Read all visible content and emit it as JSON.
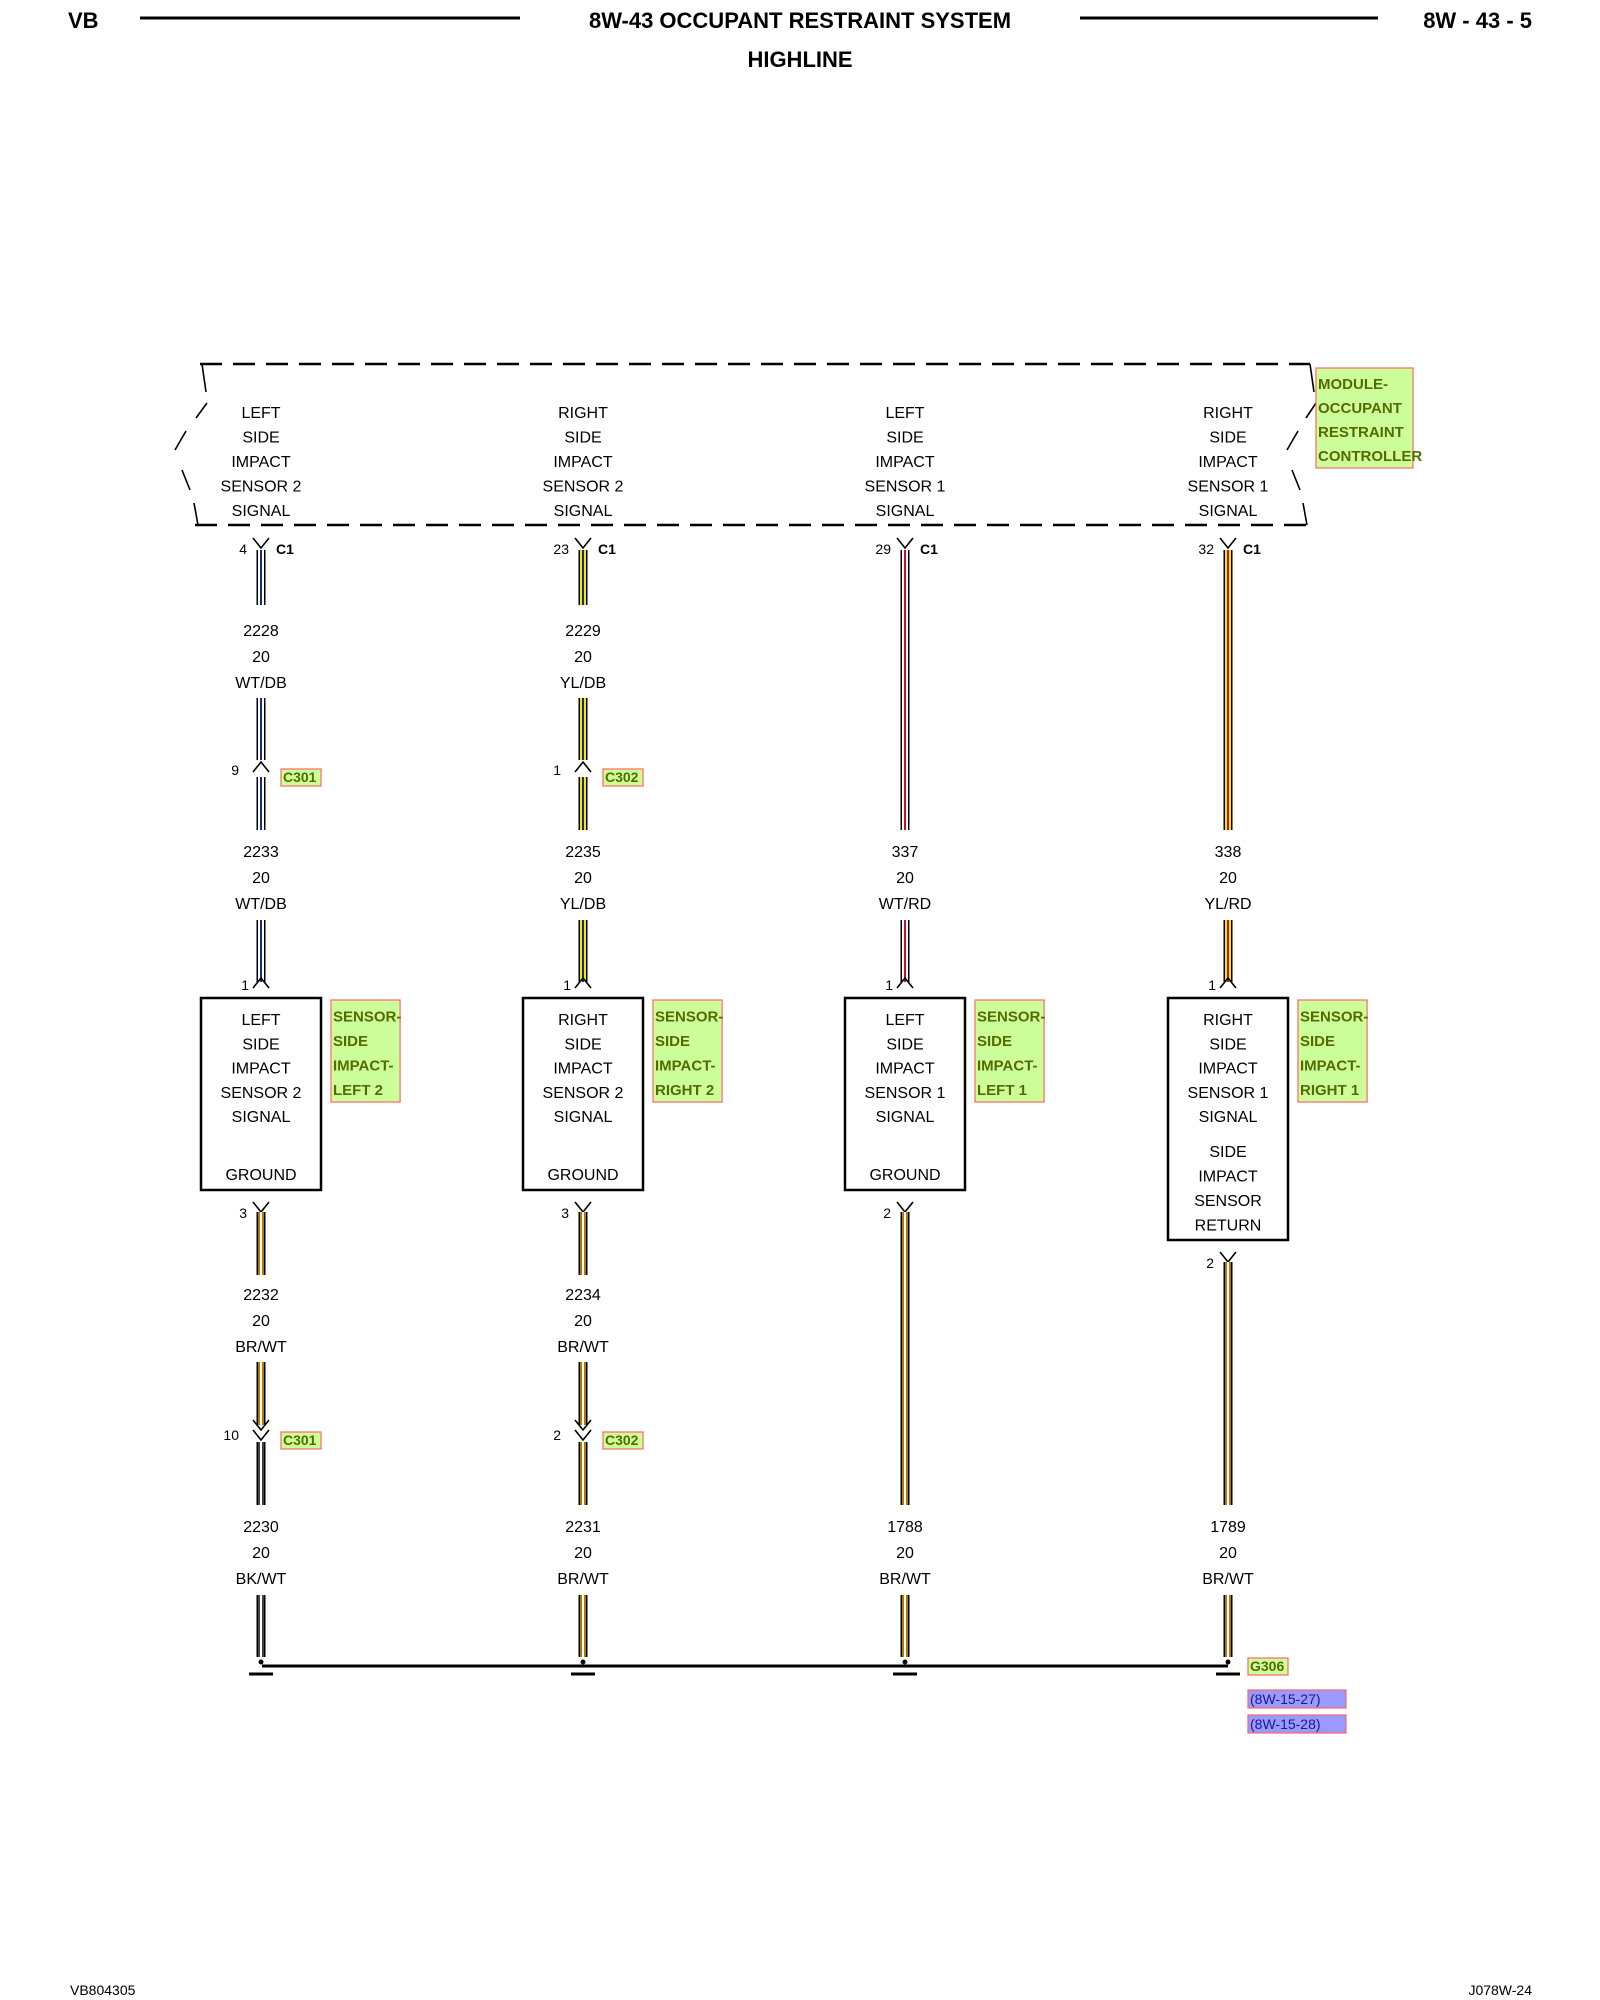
{
  "header": {
    "left": "VB",
    "title": "8W-43 OCCUPANT RESTRAINT SYSTEM",
    "subtitle": "HIGHLINE",
    "right": "8W - 43 - 5"
  },
  "footer": {
    "left": "VB804305",
    "right": "J078W-24"
  },
  "module": {
    "tag": [
      "MODULE-",
      "OCCUPANT",
      "RESTRAINT",
      "CONTROLLER"
    ],
    "connector": "C1"
  },
  "circuits": [
    {
      "module_label": [
        "LEFT",
        "SIDE",
        "IMPACT",
        "SENSOR 2",
        "SIGNAL"
      ],
      "module_pin": "4",
      "wire_upper": {
        "code": "2228",
        "gauge": "20",
        "color": "WT/DB"
      },
      "inline_top": {
        "pin": "9",
        "conn": "C301"
      },
      "wire_signal": {
        "code": "2233",
        "gauge": "20",
        "color": "WT/DB"
      },
      "sensor_signal_pin": "1",
      "sensor_label": [
        "LEFT",
        "SIDE",
        "IMPACT",
        "SENSOR 2",
        "SIGNAL"
      ],
      "sensor_lower_label": [
        "GROUND"
      ],
      "sensor_tag": [
        "SENSOR-",
        "SIDE",
        "IMPACT-",
        "LEFT 2"
      ],
      "ground_pin": "3",
      "wire_ground1": {
        "code": "2232",
        "gauge": "20",
        "color": "BR/WT"
      },
      "inline_bottom": {
        "pin": "10",
        "conn": "C301"
      },
      "wire_ground2": {
        "code": "2230",
        "gauge": "20",
        "color": "BK/WT"
      }
    },
    {
      "module_label": [
        "RIGHT",
        "SIDE",
        "IMPACT",
        "SENSOR 2",
        "SIGNAL"
      ],
      "module_pin": "23",
      "wire_upper": {
        "code": "2229",
        "gauge": "20",
        "color": "YL/DB"
      },
      "inline_top": {
        "pin": "1",
        "conn": "C302"
      },
      "wire_signal": {
        "code": "2235",
        "gauge": "20",
        "color": "YL/DB"
      },
      "sensor_signal_pin": "1",
      "sensor_label": [
        "RIGHT",
        "SIDE",
        "IMPACT",
        "SENSOR 2",
        "SIGNAL"
      ],
      "sensor_lower_label": [
        "GROUND"
      ],
      "sensor_tag": [
        "SENSOR-",
        "SIDE",
        "IMPACT-",
        "RIGHT 2"
      ],
      "ground_pin": "3",
      "wire_ground1": {
        "code": "2234",
        "gauge": "20",
        "color": "BR/WT"
      },
      "inline_bottom": {
        "pin": "2",
        "conn": "C302"
      },
      "wire_ground2": {
        "code": "2231",
        "gauge": "20",
        "color": "BR/WT"
      }
    },
    {
      "module_label": [
        "LEFT",
        "SIDE",
        "IMPACT",
        "SENSOR 1",
        "SIGNAL"
      ],
      "module_pin": "29",
      "wire_signal": {
        "code": "337",
        "gauge": "20",
        "color": "WT/RD"
      },
      "sensor_signal_pin": "1",
      "sensor_label": [
        "LEFT",
        "SIDE",
        "IMPACT",
        "SENSOR 1",
        "SIGNAL"
      ],
      "sensor_lower_label": [
        "GROUND"
      ],
      "sensor_tag": [
        "SENSOR-",
        "SIDE",
        "IMPACT-",
        "LEFT 1"
      ],
      "ground_pin": "2",
      "wire_ground2": {
        "code": "1788",
        "gauge": "20",
        "color": "BR/WT"
      }
    },
    {
      "module_label": [
        "RIGHT",
        "SIDE",
        "IMPACT",
        "SENSOR 1",
        "SIGNAL"
      ],
      "module_pin": "32",
      "wire_signal": {
        "code": "338",
        "gauge": "20",
        "color": "YL/RD"
      },
      "sensor_signal_pin": "1",
      "sensor_label": [
        "RIGHT",
        "SIDE",
        "IMPACT",
        "SENSOR 1",
        "SIGNAL"
      ],
      "sensor_lower_label": [
        "SIDE",
        "IMPACT",
        "SENSOR",
        "RETURN"
      ],
      "sensor_tag": [
        "SENSOR-",
        "SIDE",
        "IMPACT-",
        "RIGHT 1"
      ],
      "ground_pin": "2",
      "wire_ground2": {
        "code": "1789",
        "gauge": "20",
        "color": "BR/WT"
      }
    }
  ],
  "ground": {
    "label": "G306",
    "refs": [
      "(8W-15-27)",
      "(8W-15-28)"
    ]
  },
  "wire_colors": {
    "WT": "#ffffff",
    "DB": "#1a2a8c",
    "YL": "#f2ea00",
    "RD": "#c8102e",
    "BR": "#b07a00",
    "BK": "#444444",
    "outline": "#000000"
  },
  "tag_colors": {
    "fill": "#ccff99",
    "border": "#ff6666",
    "text": "#556b00",
    "ref_fill": "#9999ff",
    "ref_text": "#1a1a8c"
  }
}
